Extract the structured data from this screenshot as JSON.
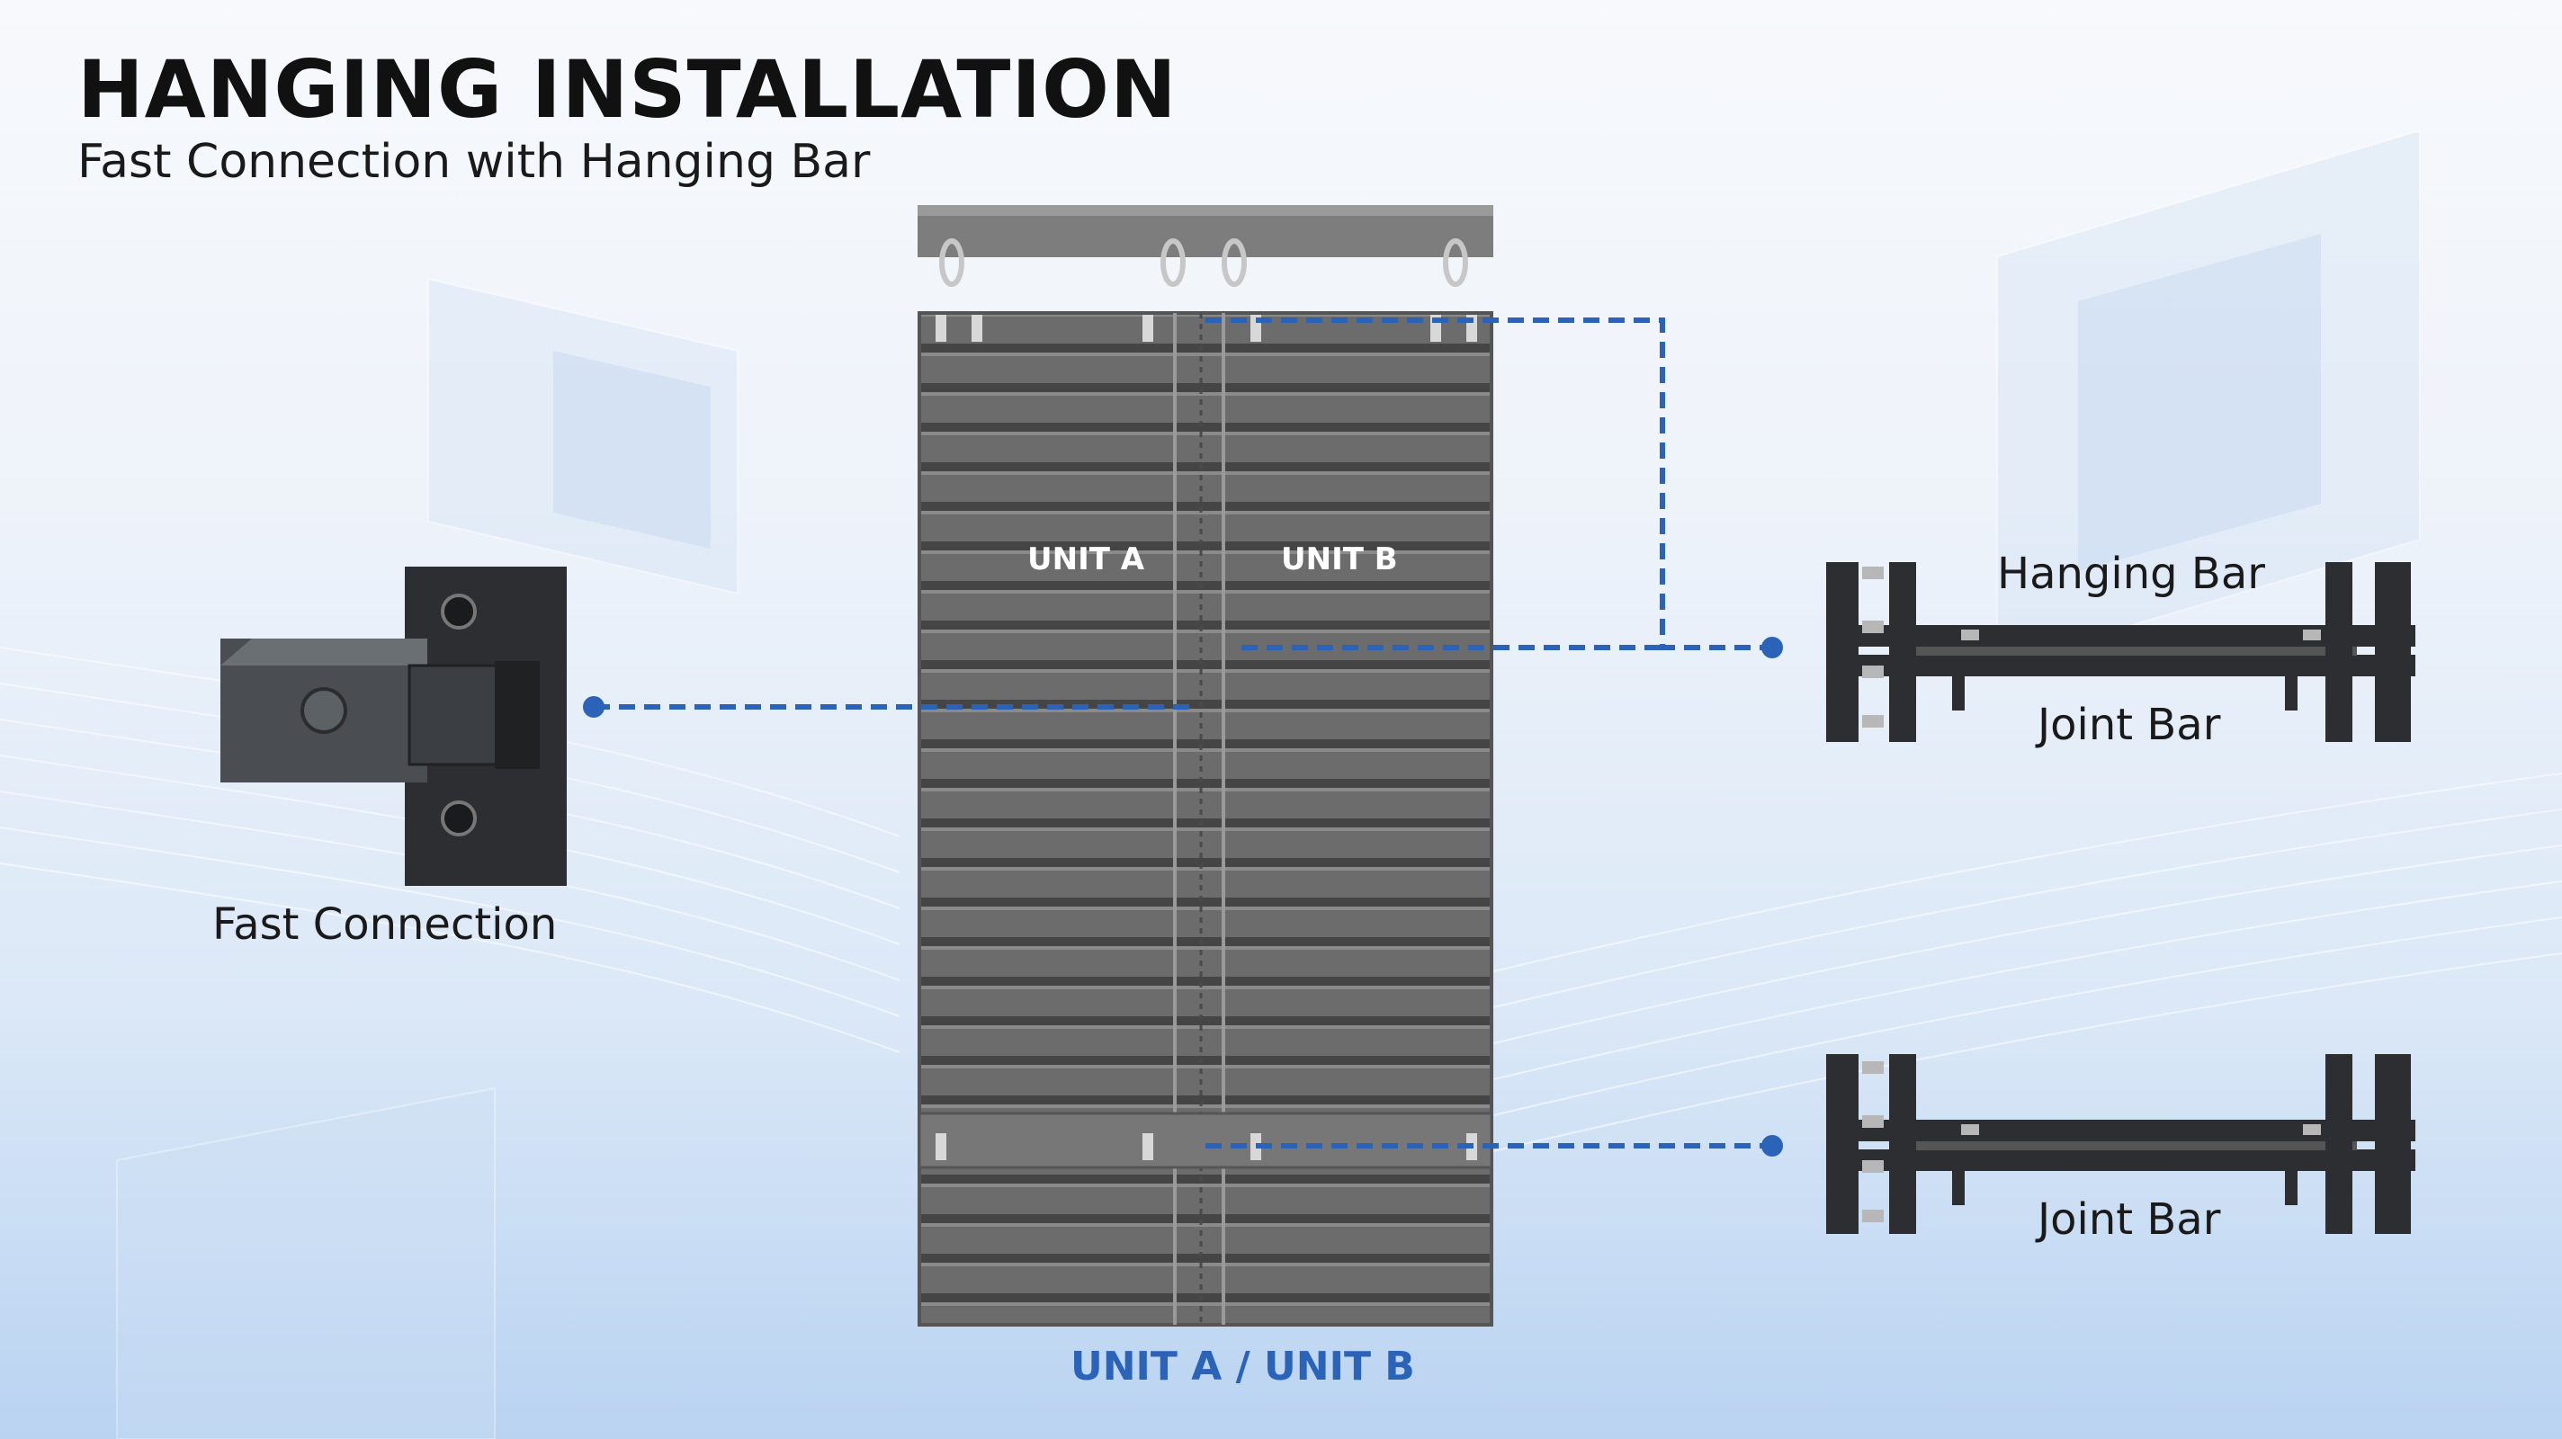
{
  "title": "HANGING INSTALLATION",
  "subtitle": "Fast Connection with Hanging Bar",
  "labels": {
    "fast_connection": "Fast Connection",
    "hanging_bar": "Hanging Bar",
    "joint_bar_top": "Joint Bar",
    "joint_bar_bottom": "Joint Bar",
    "unit_a": "UNIT A",
    "unit_b": "UNIT B",
    "unit_caption": "UNIT A / UNIT B"
  },
  "colors": {
    "accent_blue": "#2a63b7",
    "cabinet_gray": "#6b6b6b",
    "connector_dark": "#3a3d40"
  }
}
